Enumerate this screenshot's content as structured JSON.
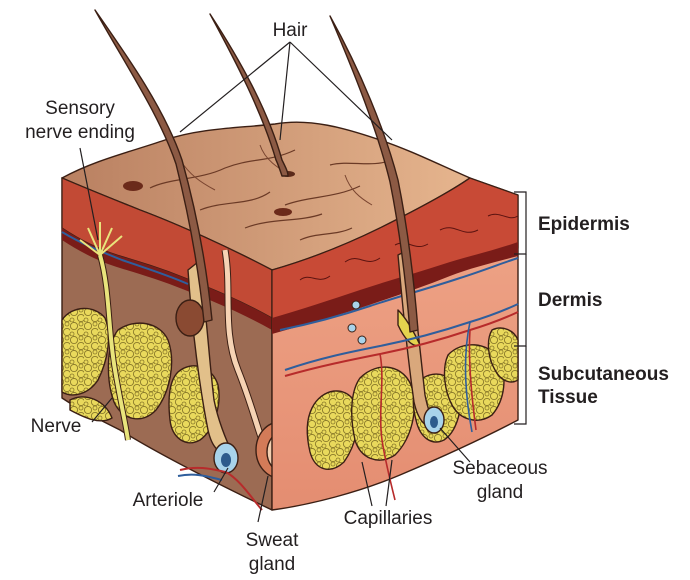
{
  "labels": {
    "hair": "Hair",
    "sensory_line1": "Sensory",
    "sensory_line2": "nerve ending",
    "nerve": "Nerve",
    "arteriole": "Arteriole",
    "sweat_line1": "Sweat",
    "sweat_line2": "gland",
    "capillaries": "Capillaries",
    "sebaceous_line1": "Sebaceous",
    "sebaceous_line2": "gland"
  },
  "layers": {
    "epidermis": "Epidermis",
    "dermis": "Dermis",
    "subcutaneous_line1": "Subcutaneous",
    "subcutaneous_line2": "Tissue"
  },
  "colors": {
    "surface": "#c9946f",
    "epidermis": "#c84a36",
    "epidermis_dark": "#7e1a16",
    "dermis_left": "#9a6a52",
    "dermis_right": "#e9967c",
    "fat": "#e6d65a",
    "hair": "#8a5a44",
    "nerve": "#e8e27a",
    "artery": "#b72b2b",
    "vein": "#2f5e9c",
    "gland": "#a9d4ea"
  }
}
